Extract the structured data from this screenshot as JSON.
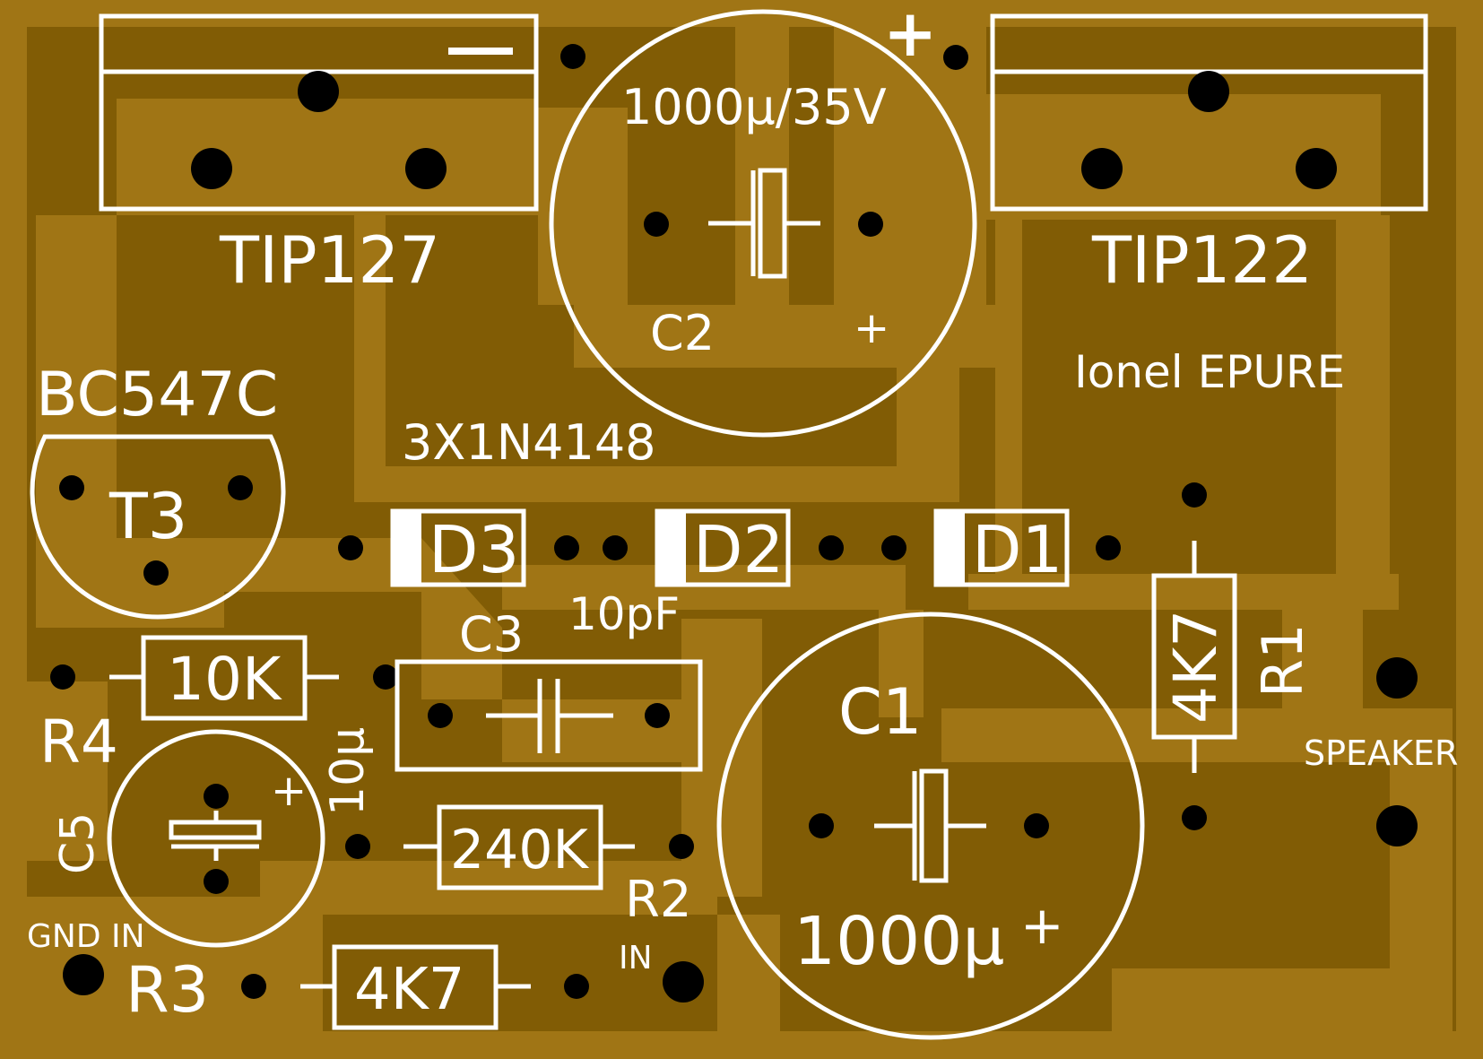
{
  "board": {
    "colors": {
      "substrate": "#815c05",
      "copper": "#a07515",
      "silkscreen": "#ffffff",
      "hole": "#000000"
    }
  },
  "components": {
    "q1": {
      "part": "TIP127",
      "polarity": "—"
    },
    "q2": {
      "part": "TIP122",
      "polarity": "+"
    },
    "c2": {
      "value": "1000µ/35V",
      "ref": "C2",
      "plus": "+"
    },
    "t3": {
      "part": "BC547C",
      "ref": "T3"
    },
    "diodes": {
      "part": "3X1N4148",
      "refs": [
        "D3",
        "D2",
        "D1"
      ]
    },
    "r4": {
      "value": "10K",
      "ref": "R4"
    },
    "c3": {
      "ref": "C3",
      "value": "10pF"
    },
    "c5": {
      "ref": "C5",
      "value": "10µ",
      "plus": "+"
    },
    "r2": {
      "value": "240K",
      "ref": "R2"
    },
    "r3": {
      "value": "4K7",
      "ref": "R3"
    },
    "r1": {
      "value": "4K7",
      "ref": "R1"
    },
    "c1": {
      "ref": "C1",
      "value": "1000µ",
      "plus": "+"
    }
  },
  "labels": {
    "author": "Ionel EPURE",
    "gnd_in": "GND IN",
    "in": "IN",
    "speaker": "SPEAKER"
  }
}
